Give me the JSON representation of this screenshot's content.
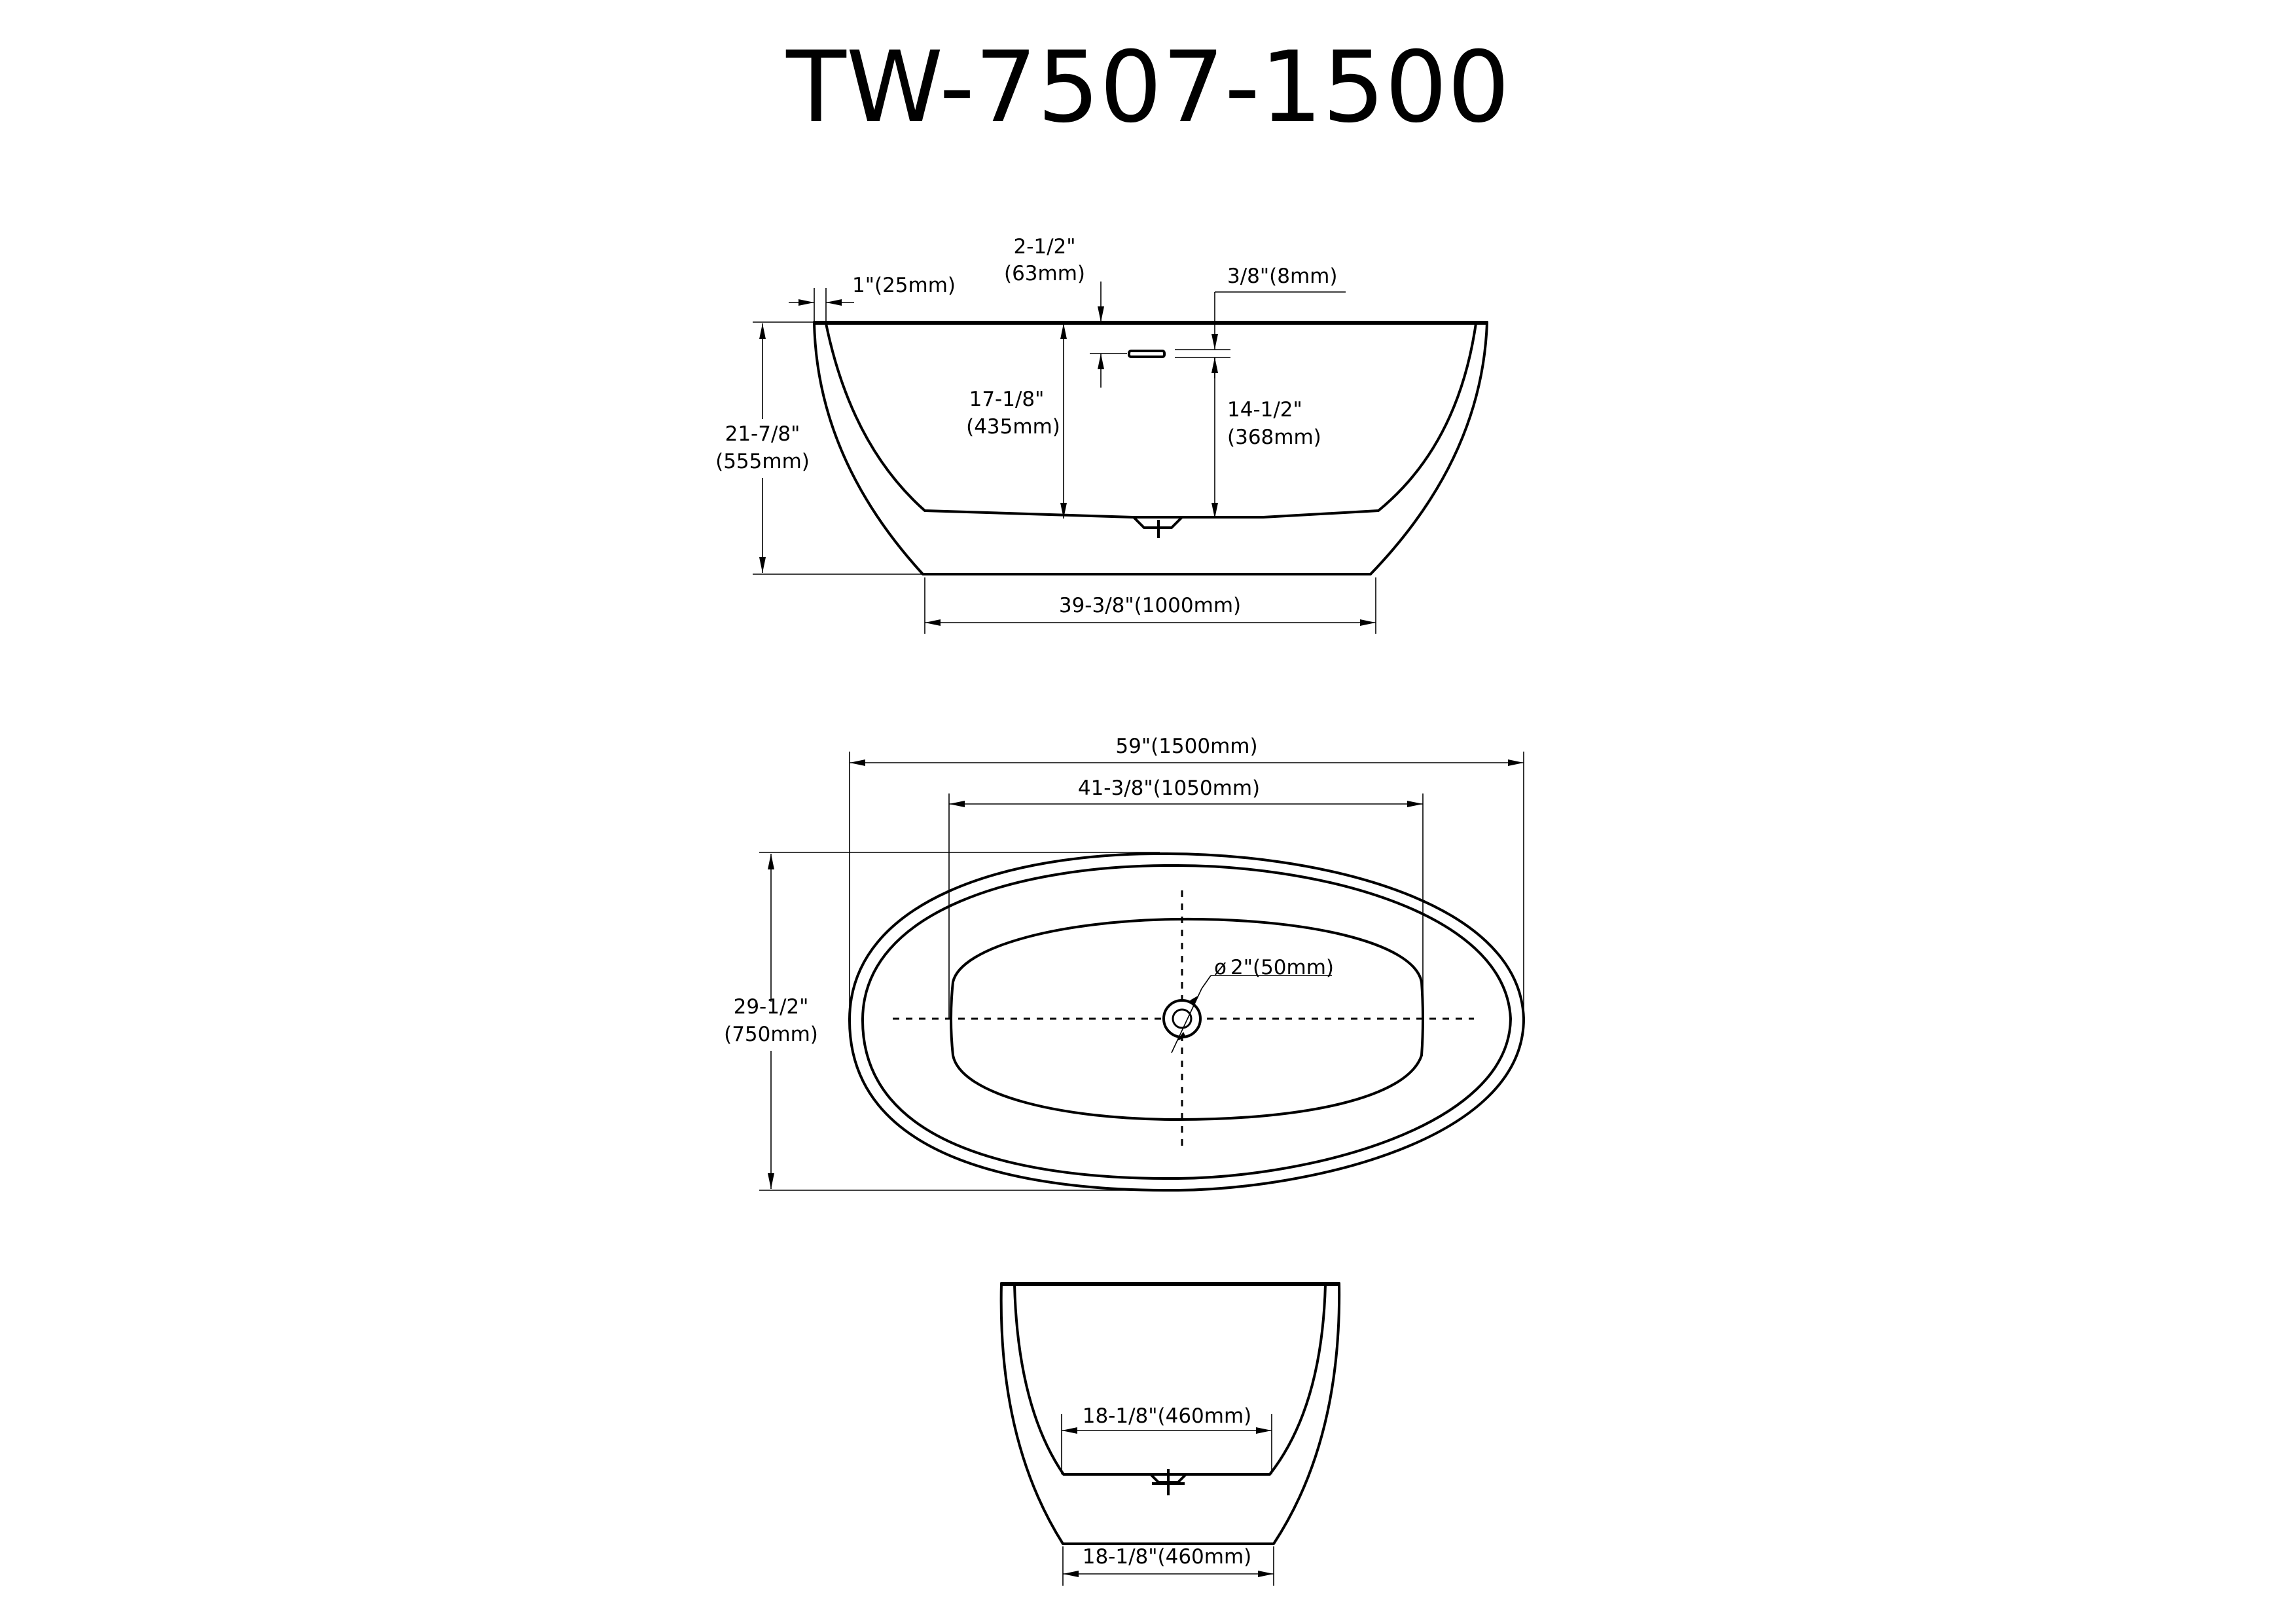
{
  "title": "TW-7507-1500",
  "side_view": {
    "rim_thickness": "1\"(25mm)",
    "overflow_drop_in": "2-1/2\"",
    "overflow_drop_mm": "(63mm)",
    "overflow_height": "3/8\"(8mm)",
    "total_height_in": "21-7/8\"",
    "total_height_mm": "(555mm)",
    "inner_depth_in": "17-1/8\"",
    "inner_depth_mm": "(435mm)",
    "overflow_to_bottom_in": "14-1/2\"",
    "overflow_to_bottom_mm": "(368mm)",
    "base_length": "39-3/8\"(1000mm)"
  },
  "top_view": {
    "overall_length": "59\"(1500mm)",
    "inner_length": "41-3/8\"(1050mm)",
    "overall_width_in": "29-1/2\"",
    "overall_width_mm": "(750mm)",
    "drain_diameter": "2\"(50mm)",
    "diameter_symbol": "ø"
  },
  "end_view": {
    "inner_bottom_width": "18-1/8\"(460mm)",
    "base_width": "18-1/8\"(460mm)"
  }
}
